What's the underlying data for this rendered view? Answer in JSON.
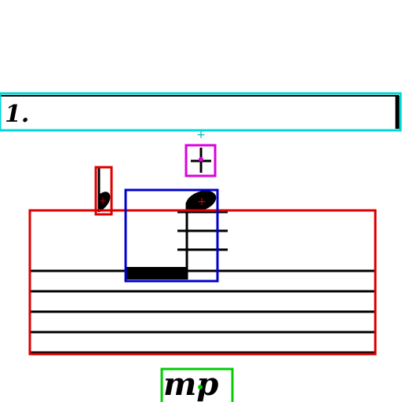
{
  "score": {
    "volta": {
      "label": "1."
    },
    "dynamic": {
      "label": "mp"
    },
    "staff": {
      "line_count": 5
    }
  },
  "annotations": [
    {
      "label": "staff",
      "color": "#dd0000"
    },
    {
      "label": "volta-bracket",
      "color": "#00d8d8"
    },
    {
      "label": "beamed-note-group",
      "color": "#0000cc"
    },
    {
      "label": "accidental-natural",
      "color": "#dd0000"
    },
    {
      "label": "accidental-sharp",
      "color": "#dd00dd"
    },
    {
      "label": "dynamic-mp",
      "color": "#00cc00"
    }
  ],
  "colors": {
    "ink": "#000000",
    "background": "#ffffff"
  }
}
